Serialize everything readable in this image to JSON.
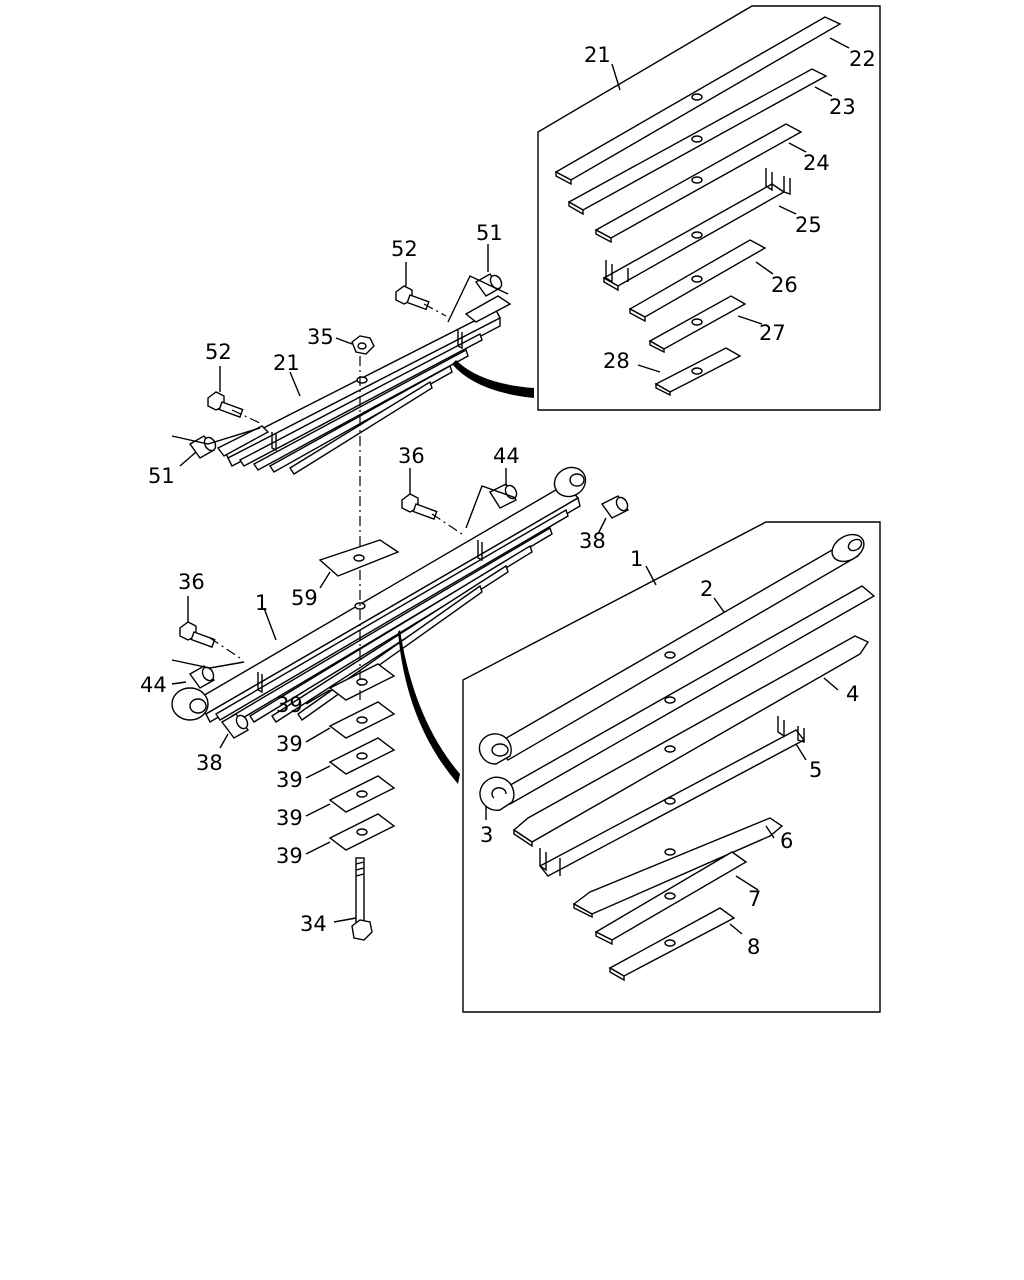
{
  "callouts": {
    "c21_box": "21",
    "c22": "22",
    "c23": "23",
    "c24": "24",
    "c25": "25",
    "c26": "26",
    "c27": "27",
    "c28": "28",
    "c52_top": "52",
    "c51_top": "51",
    "c35": "35",
    "c52_left": "52",
    "c21_main": "21",
    "c51_left": "51",
    "c36_mid": "36",
    "c44_top": "44",
    "c38_right": "38",
    "c59": "59",
    "c36_left": "36",
    "c1_main": "1",
    "c44_left": "44",
    "c38_left": "38",
    "c39_a": "39",
    "c39_b": "39",
    "c39_c": "39",
    "c39_d": "39",
    "c39_e": "39",
    "c34": "34",
    "c1_box": "1",
    "c2": "2",
    "c3": "3",
    "c4": "4",
    "c5": "5",
    "c6": "6",
    "c7": "7",
    "c8": "8"
  },
  "colors": {
    "line": "#000000",
    "background": "#ffffff"
  }
}
